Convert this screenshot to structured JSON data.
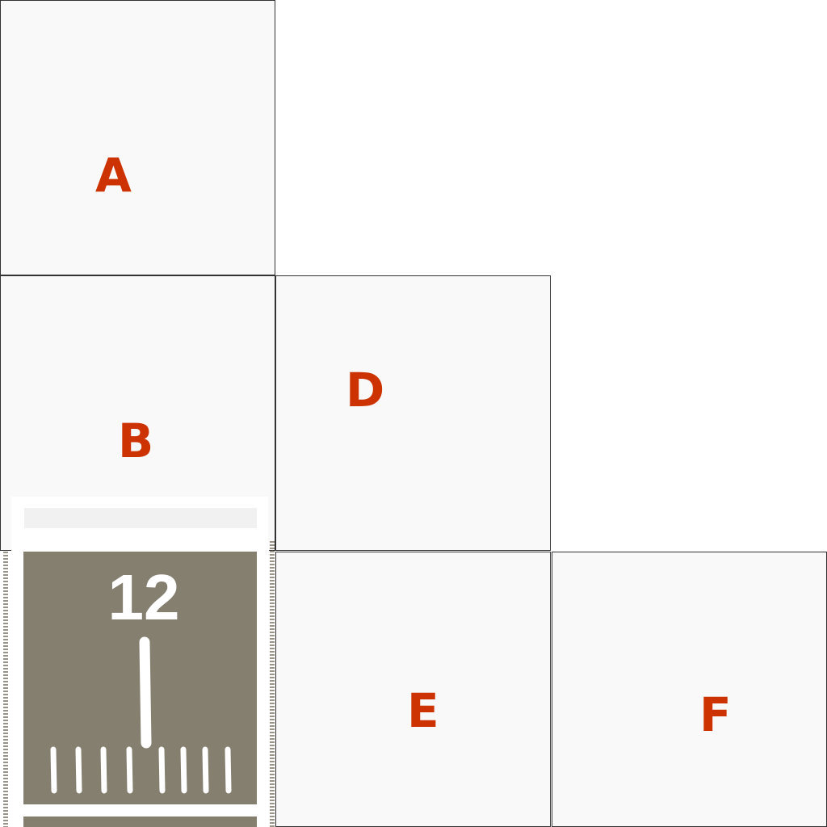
{
  "tiles": [
    {
      "id": "a",
      "label": "A"
    },
    {
      "id": "b",
      "label": "B"
    },
    {
      "id": "d",
      "label": "D"
    },
    {
      "id": "e",
      "label": "E"
    },
    {
      "id": "f",
      "label": "F"
    }
  ],
  "runway": {
    "designator": "12",
    "threshold_bars": 8,
    "surface_color": "#857f70",
    "marking_color": "#ffffff"
  },
  "colors": {
    "tile_fill": "#f9f9f9",
    "tile_border": "#333333",
    "letter": "#cc3300"
  }
}
